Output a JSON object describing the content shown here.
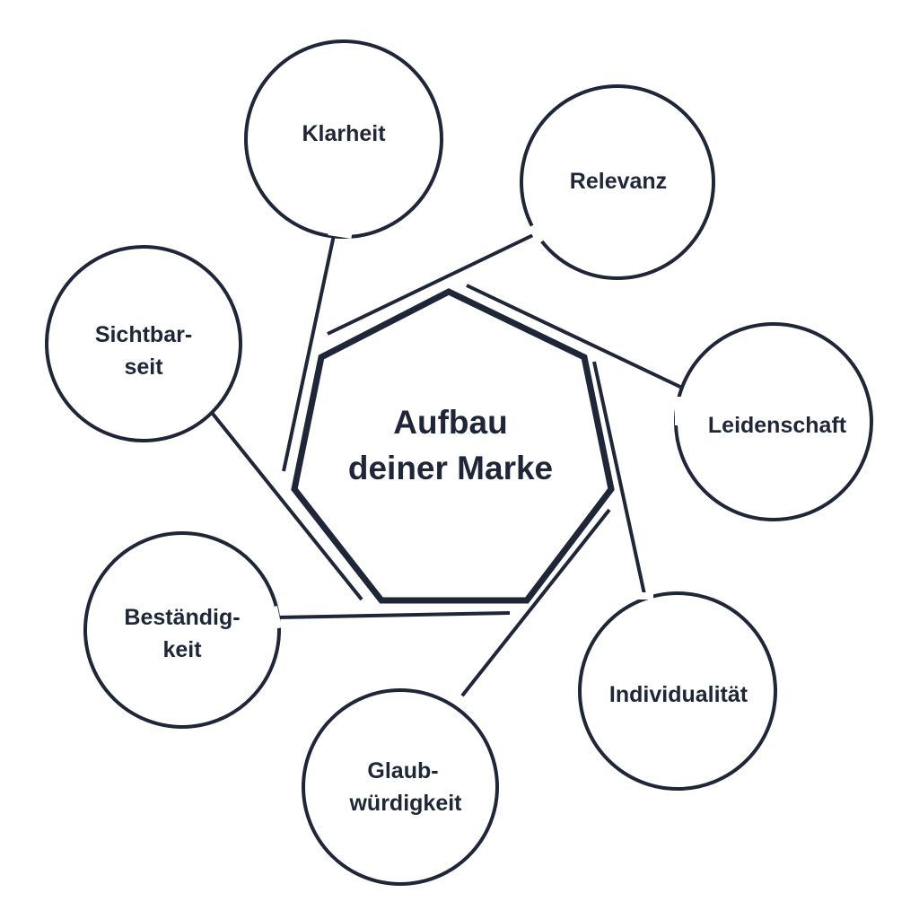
{
  "colors": {
    "ink": "#1f2638",
    "background": "#ffffff"
  },
  "hub": {
    "line1": "Aufbau",
    "line2": "deiner Marke"
  },
  "nodes": {
    "klarheit": {
      "line1": "Klarheit"
    },
    "relevanz": {
      "line1": "Relevanz"
    },
    "leidenschaft": {
      "line1": "Leidenschaft"
    },
    "individualitaet": {
      "line1": "Individualität"
    },
    "glaubwuerdigkeit": {
      "line1": "Glaub-",
      "line2": "würdigkeit"
    },
    "bestaendigkeit": {
      "line1": "Beständig-",
      "line2": "keit"
    },
    "sichtbarkeit": {
      "line1": "Sichtbar-",
      "line2": "seit"
    }
  }
}
